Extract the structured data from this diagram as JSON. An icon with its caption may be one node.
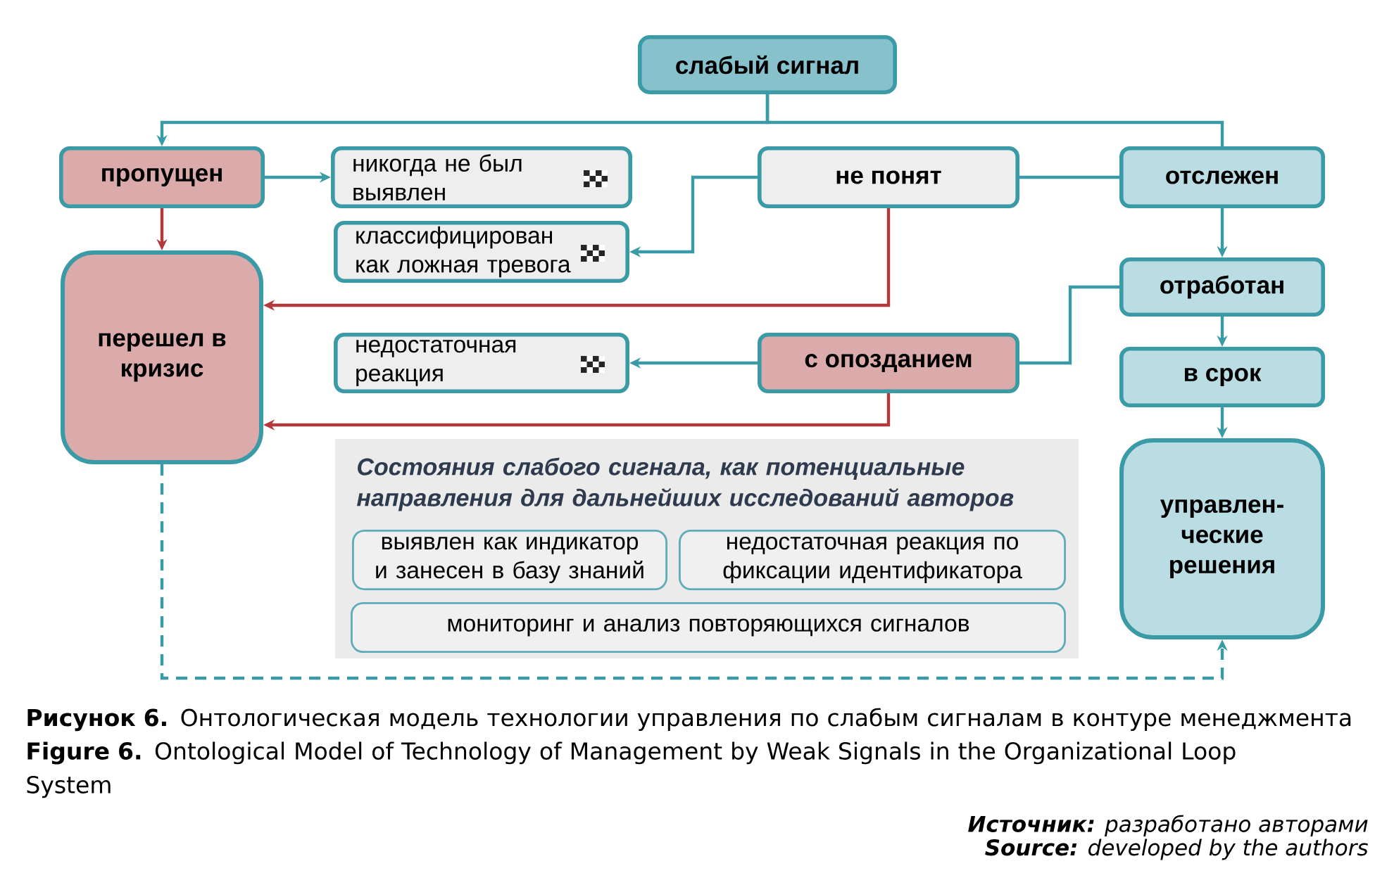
{
  "diagram": {
    "caption": "**Рисунок 6.** Онтологическая модель технологии управления по слабым сигналам в контуре менеджмента",
    "nodes": [
      {
        "text": [
          "слабый сигнал"
        ]
      },
      {
        "text": [
          "пропущен"
        ]
      },
      {
        "text": [
          "никогда не был выявлен"
        ]
      },
      {
        "text": [
          "не понят"
        ]
      },
      {
        "text": [
          "отслежен"
        ]
      },
      {
        "text": [
          "классифицирован как ложная тревога"
        ]
      },
      {
        "text": [
          "перешел в кризис"
        ]
      },
      {
        "text": [
          "отработан"
        ]
      },
      {
        "text": [
          "недостаточная реакция"
        ]
      },
      {
        "text": [
          "с опозданием"
        ]
      },
      {
        "text": [
          "в срок"
        ]
      },
      {
        "text": [
          "Состояния слабого сигнала, как потенциальные направления для дальнейших исследований авторов"
        ]
      },
      {
        "text": [
          "выявлен как индикатор и занесен в базу знаний"
        ],
        "in": 11
      },
      {
        "text": [
          "недостаточная реакция по фиксации идентификатора"
        ],
        "in": 11
      },
      {
        "text": [
          "мониторинг и анализ повторяющихся сигналов"
        ],
        "in": 11
      },
      {
        "text": [
          "управлен- ческие решения"
        ]
      }
    ],
    "edges": [
      {
        "from": 0,
        "to": 1,
        "arrow": "to"
      },
      {
        "from": 0,
        "to": 4,
        "arrow": "none"
      },
      {
        "from": 1,
        "to": 2,
        "arrow": "to"
      },
      {
        "from": 1,
        "to": 6,
        "arrow": "to",
        "color": "#b2393d"
      },
      {
        "from": 3,
        "to": 5,
        "arrow": "to"
      },
      {
        "from": 3,
        "to": 6,
        "arrow": "to",
        "color": "#b2393d"
      },
      {
        "from": 4,
        "to": 3,
        "arrow": "none"
      },
      {
        "from": 4,
        "to": 7,
        "arrow": "to"
      },
      {
        "from": 7,
        "to": 9,
        "arrow": "none"
      },
      {
        "from": 9,
        "to": 8,
        "arrow": "to"
      },
      {
        "from": 9,
        "to": 6,
        "arrow": "to",
        "color": "#b2393d"
      },
      {
        "from": 7,
        "to": 10,
        "arrow": "to"
      },
      {
        "from": 10,
        "to": 15,
        "arrow": "to"
      },
      {
        "from": 6,
        "to": 15,
        "arrow": "to",
        "style": "dashed"
      }
    ],
    "labels": [
      "**Figure 6.** Ontological Model of Technology of Management by Weak Signals in the Organizational Loop System",
      "**Источник:** разработано авторами",
      "**Source:** developed by the authors"
    ]
  }
}
